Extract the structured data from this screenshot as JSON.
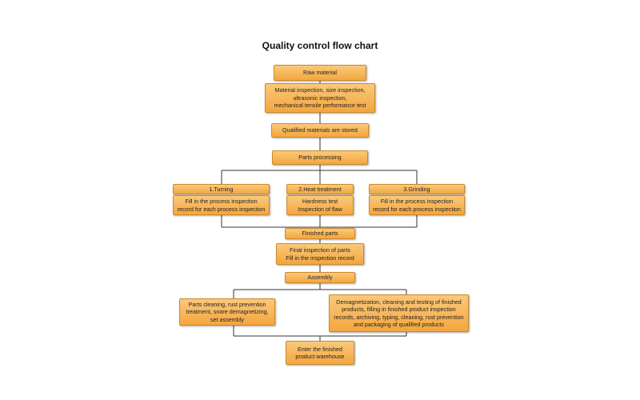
{
  "title": "Quality control flow chart",
  "nodes": {
    "raw_material": "Raw material",
    "material_inspection": "Material inspection, size inspection,\nultrasonic inspection,\nmechanical tensile performance test",
    "qualified_stored": "Qualified materials are stored",
    "parts_processing": "Parts processing",
    "turning_title": "1.Turning",
    "turning_body": "Fill in the process inspection\nrecord for each process inspection",
    "heat_title": "2.Heat treatment",
    "heat_body": "Hardness test\nInspection of flaw",
    "grinding_title": "3.Grinding",
    "grinding_body": "Fill in the process inspection\nrecord for each process inspection",
    "finished_parts": "Finished parts",
    "final_inspection": "Final inspection of parts\nFill in the inspection record",
    "assembly": "Assembly",
    "parts_cleaning": "Parts cleaning, rust prevention\ntreatment, snare demagnetizing,\nset assembly",
    "demagnetization": "Demagnetization, cleaning and testing of finished\nproducts, filling in finished product inspection\nrecords, archiving, typing, cleaning, rust prevention\nand packaging of qualified products",
    "warehouse": "Enter the finished\nproduct warehouse"
  }
}
